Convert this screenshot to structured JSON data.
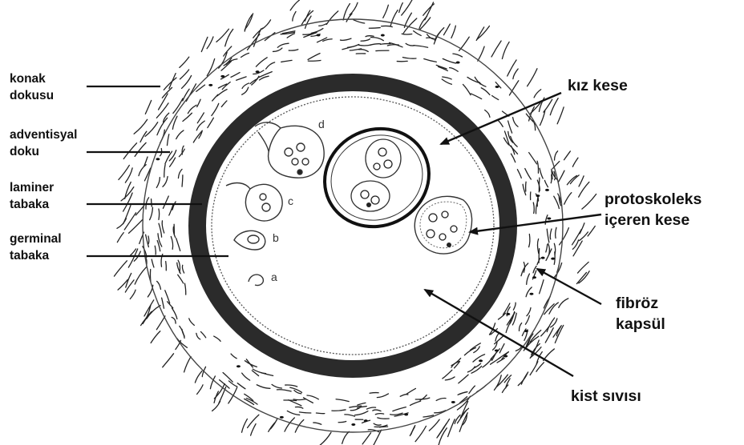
{
  "labels": {
    "konak_dokusu": [
      "konak",
      "dokusu"
    ],
    "adventisyal_doku": [
      "adventisyal",
      "doku"
    ],
    "laminer_tabaka": [
      "laminer",
      "tabaka"
    ],
    "germinal_tabaka": [
      "germinal",
      "tabaka"
    ],
    "kiz_kese": "kız kese",
    "protoskoleks_iceren_kese": [
      "protoskoleks",
      "içeren kese"
    ],
    "fibroz_kapsul": [
      "fibröz",
      "kapsül"
    ],
    "kist_sivisi": "kist sıvısı"
  },
  "stage_letters": [
    "a",
    "b",
    "c",
    "d"
  ],
  "colors": {
    "ink": "#111111",
    "laminer_band": "#2b2b2b",
    "cyst_fill": "#ffffff"
  }
}
